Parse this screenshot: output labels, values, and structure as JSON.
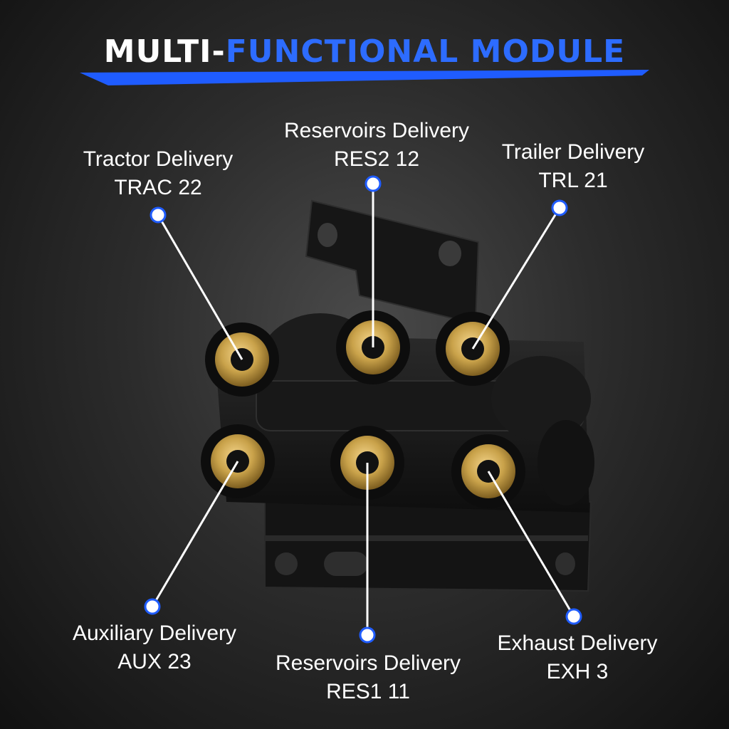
{
  "header": {
    "title_part1": "MULTI-",
    "title_part2": "FUNCTIONAL",
    "title_part3": "MODULE"
  },
  "colors": {
    "accent_blue": "#2d6cff",
    "label_text": "#ffffff",
    "brass": "#c9a24a"
  },
  "callouts": {
    "tractor": {
      "name": "Tractor Delivery",
      "code": "TRAC 22"
    },
    "res2": {
      "name": "Reservoirs Delivery",
      "code": "RES2 12"
    },
    "trailer": {
      "name": "Trailer Delivery",
      "code": "TRL 21"
    },
    "aux": {
      "name": "Auxiliary Delivery",
      "code": "AUX 23"
    },
    "res1": {
      "name": "Reservoirs Delivery",
      "code": "RES1 11"
    },
    "exhaust": {
      "name": "Exhaust Delivery",
      "code": "EXH 3"
    }
  }
}
